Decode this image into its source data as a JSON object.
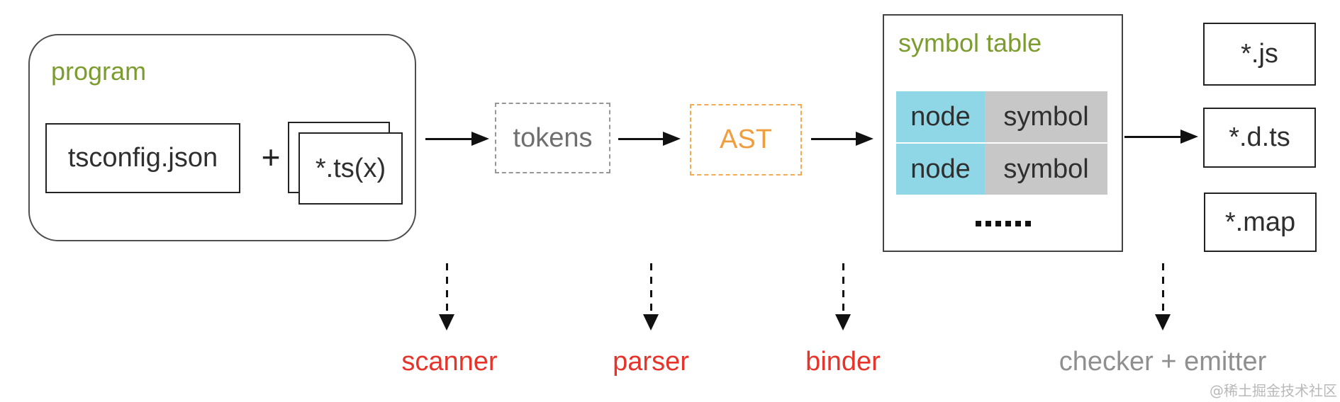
{
  "program": {
    "title": "program",
    "tsconfig_label": "tsconfig.json",
    "plus": "+",
    "ts_files_label": "*.ts(x)"
  },
  "tokens_label": "tokens",
  "ast_label": "AST",
  "symbol_table": {
    "title": "symbol table",
    "rows": [
      {
        "node": "node",
        "symbol": "symbol"
      },
      {
        "node": "node",
        "symbol": "symbol"
      }
    ],
    "ellipsis": "······"
  },
  "outputs": {
    "js": "*.js",
    "dts": "*.d.ts",
    "map": "*.map"
  },
  "phases": {
    "scanner": "scanner",
    "parser": "parser",
    "binder": "binder",
    "checker": "checker + emitter"
  },
  "colors": {
    "title_green": "#7d9c2f",
    "ast_orange": "#ef9d3d",
    "phase_red": "#e6342b",
    "phase_gray": "#8f8f8f",
    "node_cell_blue": "#8fd6e7",
    "symbol_cell_gray": "#c7c7c7",
    "watermark_gray": "#b9b9b9"
  }
}
